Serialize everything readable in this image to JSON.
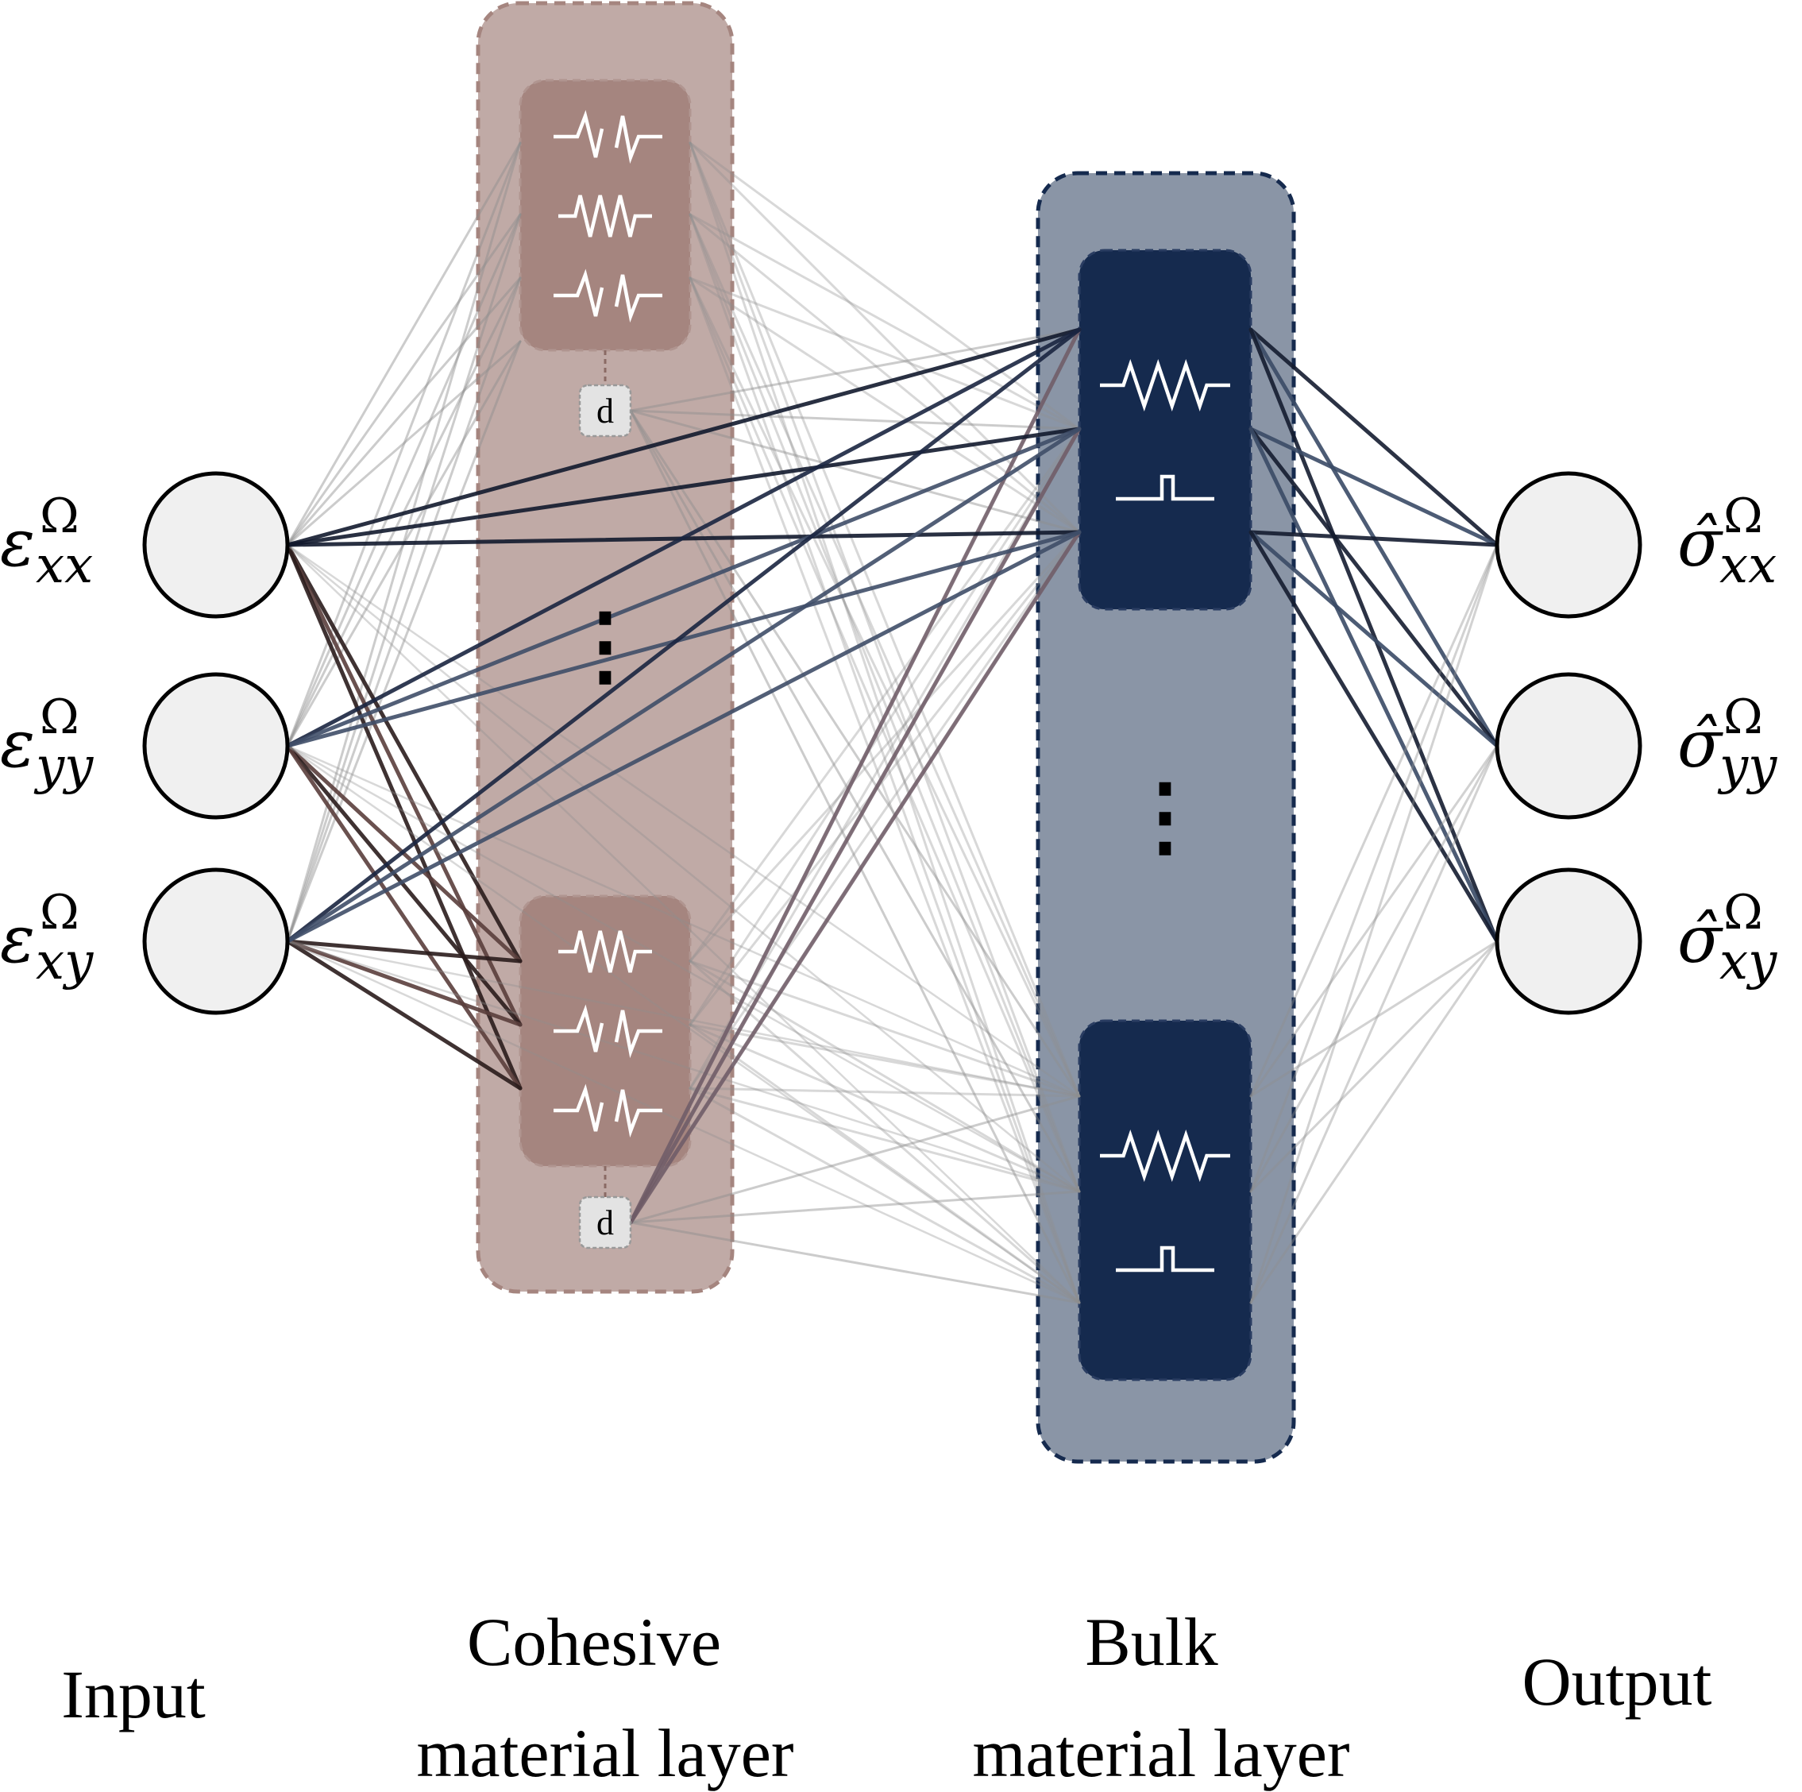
{
  "inputs": [
    {
      "symbol": "ε",
      "sub": "xx",
      "sup": "Ω"
    },
    {
      "symbol": "ε",
      "sub": "yy",
      "sup": "Ω"
    },
    {
      "symbol": "ε",
      "sub": "xy",
      "sup": "Ω"
    }
  ],
  "outputs": [
    {
      "symbol": "σ̂",
      "sub": "xx",
      "sup": "Ω"
    },
    {
      "symbol": "σ̂",
      "sub": "yy",
      "sup": "Ω"
    },
    {
      "symbol": "σ̂",
      "sub": "xy",
      "sup": "Ω"
    }
  ],
  "dropout_label": "d",
  "ellipsis": "⋮",
  "captions": {
    "input": "Input",
    "cohesive_line1": "Cohesive",
    "cohesive_line2": "material layer",
    "bulk_line1": "Bulk",
    "bulk_line2": "material layer",
    "output": "Output"
  },
  "colors": {
    "cohesive_outer": "#c0aaa6",
    "cohesive_inner": "#a5857f",
    "cohesive_border": "#a5857f",
    "bulk_outer": "#8a95a6",
    "bulk_inner": "#152a4e",
    "bulk_border": "#152a4e",
    "node_fill": "#f0f0f0"
  }
}
